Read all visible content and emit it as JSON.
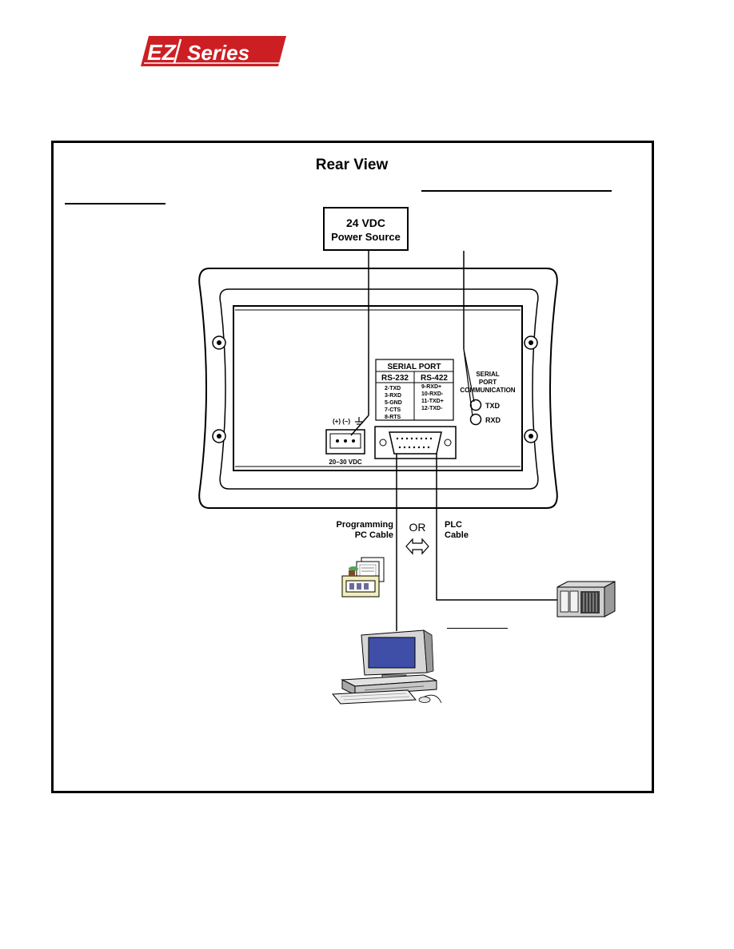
{
  "logo": {
    "text_ez": "EZ",
    "text_series": "Series",
    "color": "#cc1f24"
  },
  "diagram": {
    "title": "Rear View",
    "power_source": {
      "line1": "24 VDC",
      "line2": "Power Source"
    },
    "terminal": {
      "polarity": "(+) (–)",
      "voltage": "20–30 VDC"
    },
    "serial_port": {
      "title": "SERIAL PORT",
      "rs232": {
        "header": "RS-232",
        "pins": [
          "2-TXD",
          "3-RXD",
          "5-GND",
          "7-CTS",
          "8-RTS"
        ]
      },
      "rs422": {
        "header": "RS-422",
        "pins": [
          "9-RXD+",
          "10-RXD-",
          "11-TXD+",
          "12-TXD-"
        ]
      }
    },
    "comm_label": {
      "line1": "SERIAL",
      "line2": "PORT",
      "line3": "COMMUNICATION"
    },
    "leds": {
      "txd": "TXD",
      "rxd": "RXD"
    },
    "programming_cable": {
      "line1": "Programming",
      "line2": "PC Cable"
    },
    "or_label": "OR",
    "plc_cable": {
      "line1": "PLC",
      "line2": "Cable"
    }
  }
}
